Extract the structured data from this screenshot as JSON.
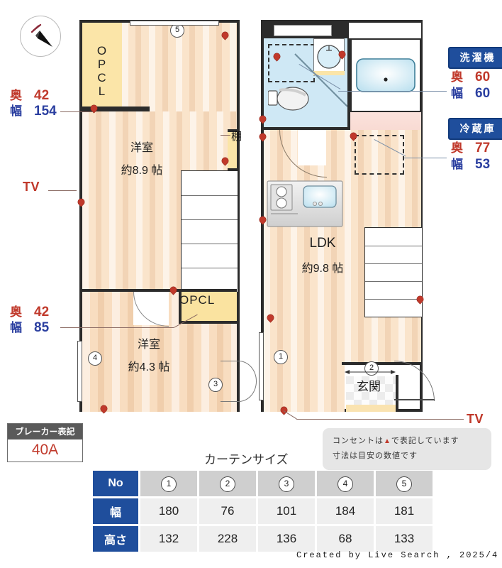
{
  "compass": {
    "label": "N"
  },
  "left_plan": {
    "rooms": [
      {
        "name": "洋室",
        "area": "約8.9 帖"
      },
      {
        "name": "洋室",
        "area": "約4.3 帖"
      }
    ],
    "closets": [
      {
        "label": "OPCL"
      },
      {
        "label": "OPCL"
      }
    ],
    "shelf_label": "棚",
    "markers": [
      "5",
      "4",
      "3"
    ],
    "tv_label": "TV",
    "callouts": [
      {
        "depth_key": "奥",
        "depth_value": "42",
        "width_key": "幅",
        "width_value": "154"
      },
      {
        "depth_key": "奥",
        "depth_value": "42",
        "width_key": "幅",
        "width_value": "85"
      }
    ]
  },
  "right_plan": {
    "rooms": [
      {
        "name": "LDK",
        "area": "約9.8 帖"
      },
      {
        "name": "玄関",
        "area": ""
      }
    ],
    "markers": [
      "1",
      "2"
    ],
    "tv_label": "TV",
    "appliances": [
      {
        "title": "洗濯機",
        "depth_key": "奥",
        "depth_value": "60",
        "width_key": "幅",
        "width_value": "60"
      },
      {
        "title": "冷蔵庫",
        "depth_key": "奥",
        "depth_value": "77",
        "width_key": "幅",
        "width_value": "53"
      }
    ]
  },
  "breaker": {
    "title": "ブレーカー表記",
    "value": "40A"
  },
  "notes": {
    "line1_pre": "コンセントは",
    "line1_symbol": "▲",
    "line1_post": "で表記しています",
    "line2": "寸法は目安の数値です"
  },
  "curtain": {
    "title": "カーテンサイズ",
    "row_headers": [
      "No",
      "幅",
      "高さ"
    ],
    "numbers": [
      "1",
      "2",
      "3",
      "4",
      "5"
    ],
    "width": [
      "180",
      "76",
      "101",
      "184",
      "181"
    ],
    "height": [
      "132",
      "228",
      "136",
      "68",
      "133"
    ]
  },
  "footer": {
    "text": "Created by Live Search , 2025/4"
  },
  "colors": {
    "accent_blue": "#1f4e9c",
    "accent_red": "#c0392b",
    "wall": "#2b2b2b",
    "closet": "#fbe5a8",
    "bath": "#cfe8f5"
  }
}
